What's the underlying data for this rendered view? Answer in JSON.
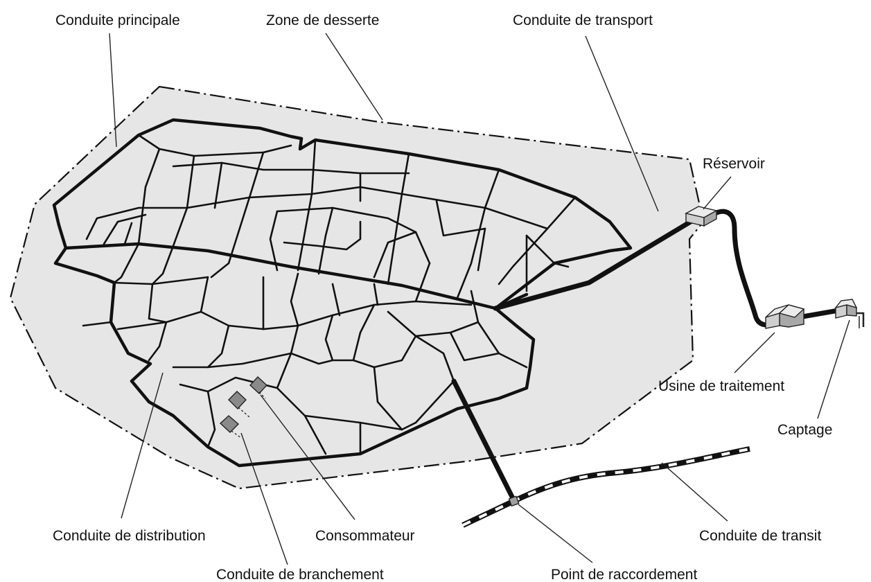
{
  "labels": {
    "main_pipe": "Conduite principale",
    "service_zone": "Zone de desserte",
    "transport_pipe": "Conduite de transport",
    "reservoir": "Réservoir",
    "treatment_plant": "Usine de traitement",
    "intake": "Captage",
    "distribution_pipe": "Conduite de distribution",
    "consumer": "Consommateur",
    "transit_pipe": "Conduite de transit",
    "service_pipe": "Conduite de branchement",
    "connection_point": "Point de raccordement"
  },
  "colors": {
    "zone_fill": "#e6e6e6",
    "pipe": "#111111",
    "building": "#a8a8a8"
  }
}
